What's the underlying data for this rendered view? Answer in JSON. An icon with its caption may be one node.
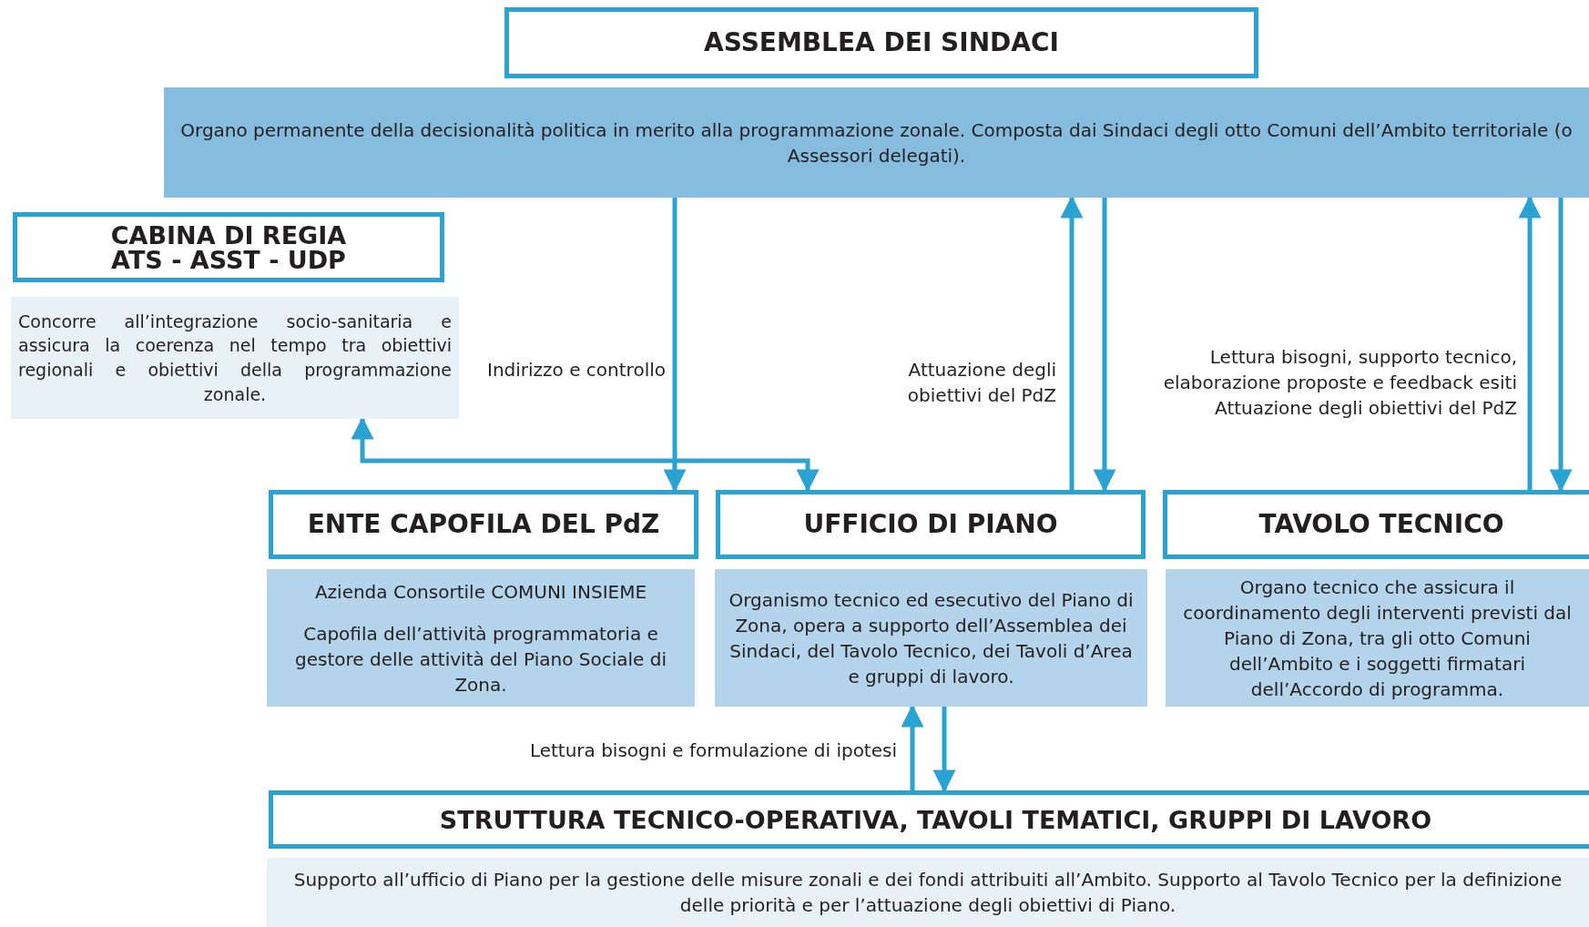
{
  "diagram": {
    "nodes": [
      {
        "text": [
          "ASSEMBLEA DEI SINDACI"
        ]
      },
      {
        "text": [
          "Organo permanente della decisionalità politica in merito alla programmazione zonale. Composta dai Sindaci degli otto Comuni dell’Ambito territoriale (o Assessori delegati)."
        ]
      },
      {
        "text": [
          "CABINA DI REGIA ATS - ASST - UDP"
        ]
      },
      {
        "text": [
          "Concorre all’integrazione socio-sanitaria e assicura la coerenza nel tempo tra obiettivi regionali e obiettivi della programmazione zonale."
        ]
      },
      {
        "text": [
          "ENTE CAPOFILA DEL PdZ"
        ]
      },
      {
        "text": [
          "Azienda Consortile COMUNI INSIEME",
          "Capofila dell’attività programmatoria e gestore delle attività del Piano Sociale di Zona."
        ]
      },
      {
        "text": [
          "UFFICIO DI PIANO"
        ]
      },
      {
        "text": [
          "Organismo tecnico ed esecutivo del Piano di Zona, opera a supporto dell’Assemblea dei Sindaci, del Tavolo Tecnico, dei Tavoli d’Area e gruppi di lavoro."
        ]
      },
      {
        "text": [
          "TAVOLO TECNICO"
        ]
      },
      {
        "text": [
          "Organo tecnico che assicura il coordinamento degli interventi previsti dal Piano di Zona, tra gli otto Comuni dell’Ambito e i soggetti firmatari dell’Accordo di programma."
        ]
      },
      {
        "text": [
          "STRUTTURA TECNICO-OPERATIVA, TAVOLI TEMATICI, GRUPPI DI LAVORO"
        ]
      },
      {
        "text": [
          "Supporto all’ufficio di Piano per la gestione delle misure zonali e dei fondi attribuiti all’Ambito. Supporto al Tavolo Tecnico per la definizione delle priorità e per l’attuazione degli obiettivi di Piano."
        ]
      }
    ],
    "edges": [
      {
        "from": 1,
        "to": 4,
        "arrow": "to",
        "label": "Indirizzo e controllo"
      },
      {
        "from": 3,
        "to": 6,
        "arrow": "both"
      },
      {
        "from": 6,
        "to": 1,
        "arrow": "to",
        "label": "Attuazione degli obiettivi del PdZ"
      },
      {
        "from": 1,
        "to": 6,
        "arrow": "to"
      },
      {
        "from": 8,
        "to": 1,
        "arrow": "to",
        "label": "Lettura bisogni, supporto tecnico, elaborazione proposte e feedback esiti Attuazione degli obiettivi del PdZ"
      },
      {
        "from": 1,
        "to": 8,
        "arrow": "to"
      },
      {
        "from": 10,
        "to": 7,
        "arrow": "to",
        "label": "Lettura bisogni e formulazione di ipotesi"
      },
      {
        "from": 7,
        "to": 10,
        "arrow": "to"
      }
    ]
  }
}
